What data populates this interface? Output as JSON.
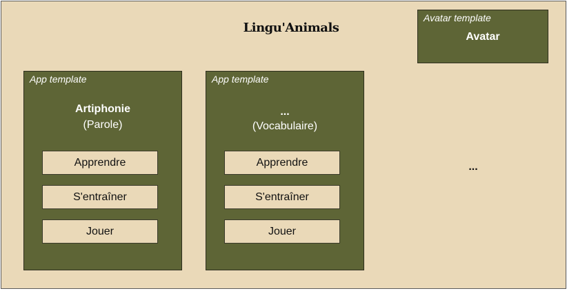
{
  "title": "Lingu'Animals",
  "avatar_template": {
    "template_label": "Avatar template",
    "label": "Avatar"
  },
  "apps": [
    {
      "template_label": "App template",
      "name": "Artiphonie",
      "subtitle": "(Parole)",
      "buttons": [
        "Apprendre",
        "S'entraîner",
        "Jouer"
      ]
    },
    {
      "template_label": "App template",
      "name": "...",
      "subtitle": "(Vocabulaire)",
      "buttons": [
        "Apprendre",
        "S'entraîner",
        "Jouer"
      ]
    }
  ],
  "more_apps": "..."
}
